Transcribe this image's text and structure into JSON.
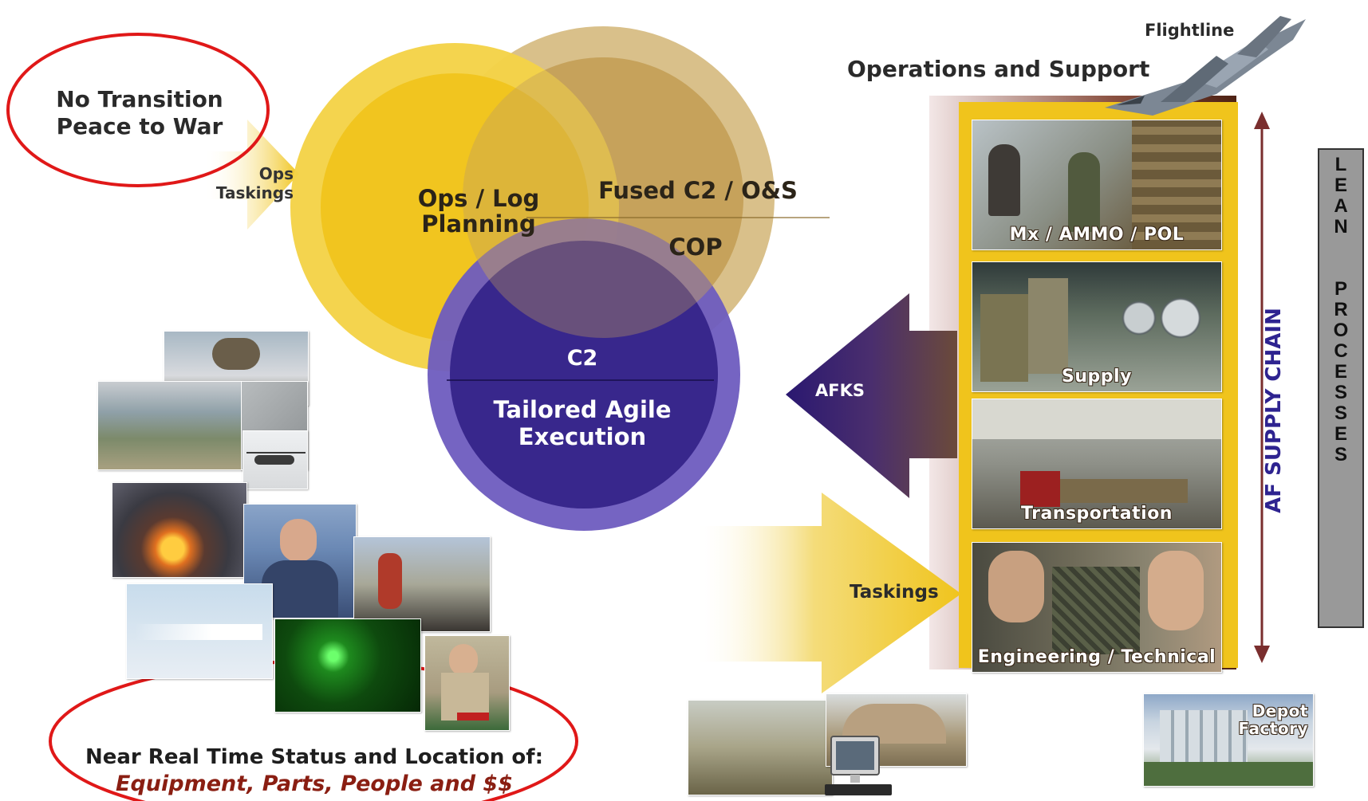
{
  "top_left": {
    "transition_title_line1": "No Transition",
    "transition_title_line2": "Peace to War",
    "ops_taskings_line1": "Ops",
    "ops_taskings_line2": "Taskings"
  },
  "venn": {
    "ops_log_line1": "Ops / Log",
    "ops_log_line2": "Planning",
    "fused_label": "Fused C2 / O&S",
    "cop_label": "COP",
    "c2_label": "C2",
    "tailored_line1": "Tailored Agile",
    "tailored_line2": "Execution"
  },
  "arrows": {
    "afks_label": "AFKS",
    "taskings_label": "Taskings"
  },
  "right_side": {
    "flightline_label": "Flightline",
    "ops_support_label": "Operations and Support",
    "supply_chain_label": "AF SUPPLY CHAIN",
    "panels": [
      {
        "label": "Mx  /  AMMO  /  POL"
      },
      {
        "label": "Supply"
      },
      {
        "label": "Transportation"
      },
      {
        "label": "Engineering / Technical"
      }
    ],
    "depot_line1": "Depot",
    "depot_line2": "Factory"
  },
  "lean": {
    "word1": [
      "L",
      "E",
      "A",
      "N"
    ],
    "word2": [
      "P",
      "R",
      "O",
      "C",
      "E",
      "S",
      "S",
      "E",
      "S"
    ]
  },
  "bottom": {
    "status_line1": "Near Real Time Status and Location of:",
    "status_line2": "Equipment, Parts, People and $$"
  },
  "colors": {
    "yellow": "#f0c41c",
    "tan": "#c9a55f",
    "purple": "#3b2a8c",
    "purple_light": "#6b5bb8",
    "brown": "#5a2e1c",
    "red_ellipse": "#e01818",
    "lean_gray": "#999999"
  }
}
